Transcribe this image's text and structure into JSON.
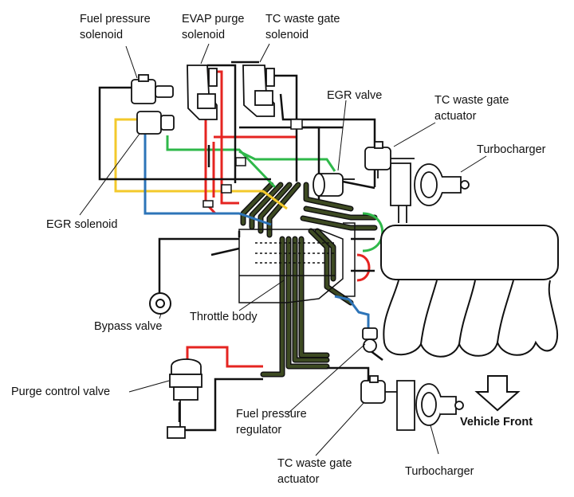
{
  "colors": {
    "line": "#111111",
    "vacuum_red": "#e52421",
    "vacuum_green": "#2fb84a",
    "vacuum_yellow": "#f3c92b",
    "vacuum_blue": "#2d74b8",
    "pipe_fill": "#2f3a1d",
    "body_fill": "#ffffff"
  },
  "labels": {
    "fuel_pressure_solenoid": "Fuel pressure\nsolenoid",
    "evap_purge_solenoid": "EVAP purge\nsolenoid",
    "tc_waste_gate_solenoid": "TC waste gate\nsolenoid",
    "egr_valve": "EGR valve",
    "tc_waste_gate_actuator_top": "TC waste gate\nactuator",
    "turbocharger_top": "Turbocharger",
    "egr_solenoid": "EGR solenoid",
    "bypass_valve": "Bypass valve",
    "throttle_body": "Throttle body",
    "purge_control_valve": "Purge control valve",
    "fuel_pressure_regulator": "Fuel pressure\nregulator",
    "tc_waste_gate_actuator_bottom": "TC waste gate\nactuator",
    "turbocharger_bottom": "Turbocharger",
    "vehicle_front": "Vehicle Front"
  }
}
